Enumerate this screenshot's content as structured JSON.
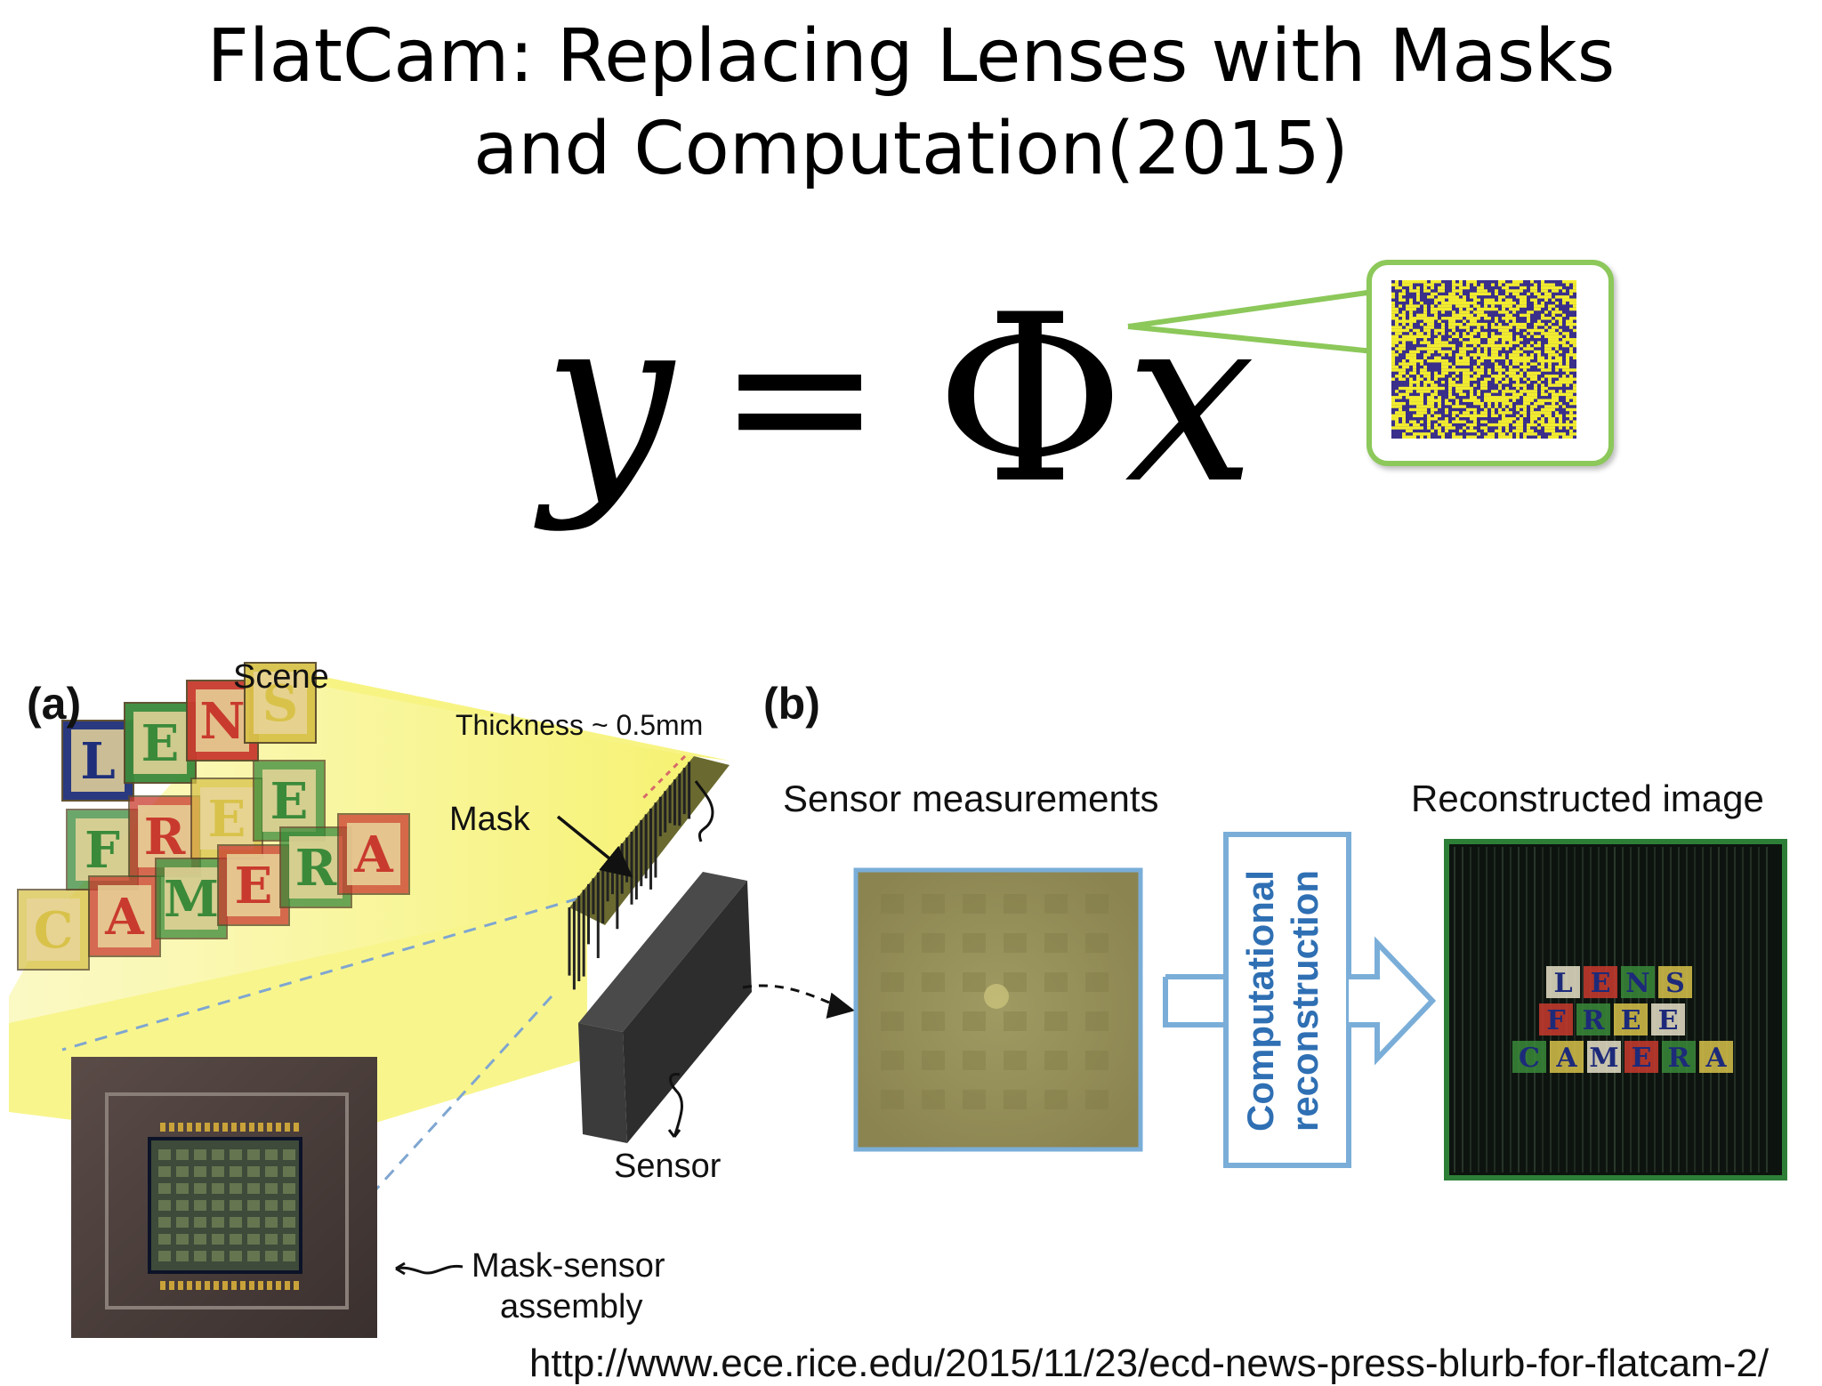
{
  "title": {
    "line1": "FlatCam: Replacing Lenses with Masks",
    "line2": "and Computation(2015)"
  },
  "equation": {
    "lhs": "y",
    "operator": "=",
    "matrix": "Φ",
    "vector": "x"
  },
  "figure": {
    "panel_a": {
      "tag": "(a)",
      "scene_label": "Scene",
      "thickness_label": "Thickness ~ 0.5mm",
      "mask_label": "Mask",
      "sensor_label": "Sensor",
      "assembly_label_line1": "Mask-sensor",
      "assembly_label_line2": "assembly",
      "block_letters": [
        "L",
        "E",
        "N",
        "S",
        "F",
        "R",
        "E",
        "E",
        "C",
        "A",
        "M",
        "E",
        "R",
        "A"
      ]
    },
    "panel_b": {
      "tag": "(b)",
      "measurements_label": "Sensor measurements",
      "reconstruction_line1": "Computational",
      "reconstruction_line2": "reconstruction",
      "reconstructed_label": "Reconstructed image"
    }
  },
  "footer_url": "http://www.ece.rice.edu/2015/11/23/ecd-news-press-blurb-for-flatcam-2/",
  "colors": {
    "mask_yellow": "#f2ec30",
    "mask_purple": "#3a2f8a",
    "callout_border": "#8cc85a",
    "frame_blue": "#7aaed8",
    "frame_green": "#2d7f37",
    "beam_yellow": "#f6f27a"
  }
}
